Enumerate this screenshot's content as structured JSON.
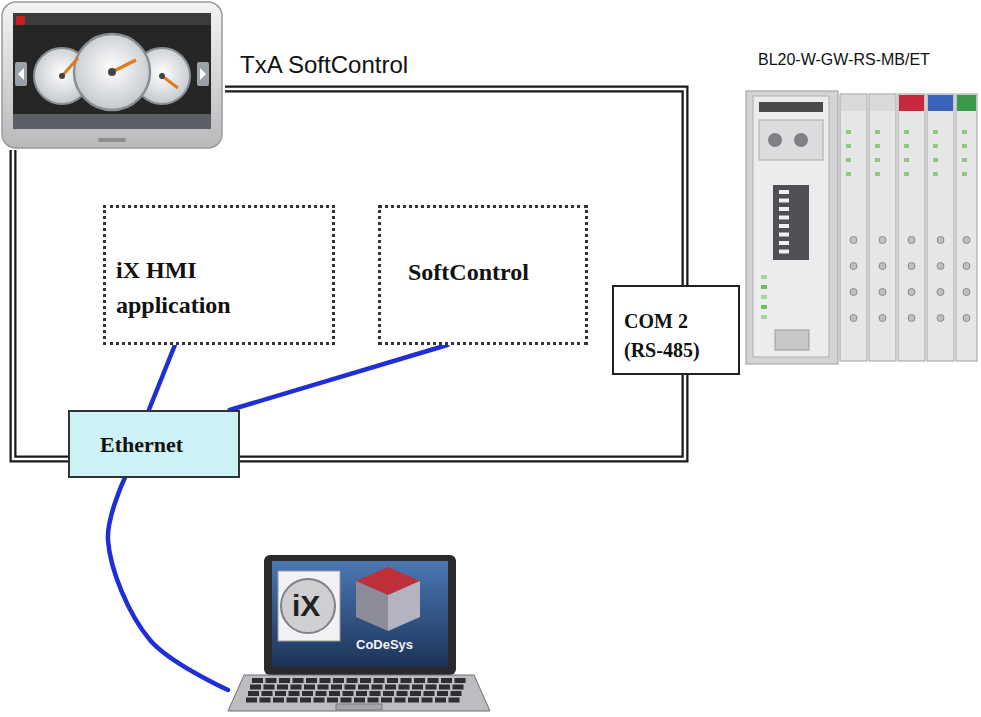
{
  "diagram": {
    "nodes": [
      {
        "text": [
          "TxA SoftControl"
        ]
      },
      {
        "text": [
          "iX HMI application"
        ],
        "in": 0
      },
      {
        "text": [
          "SoftControl"
        ],
        "in": 0
      },
      {
        "text": [
          "COM 2 (RS-485)"
        ],
        "in": 0
      },
      {
        "text": [
          "BL20-W-GW-RS-MB/ET"
        ]
      },
      {
        "text": [
          "Ethernet"
        ],
        "in": 0
      },
      {
        "text": [
          "iX",
          "CoDeSys"
        ]
      }
    ],
    "edges": [
      {
        "from": 1,
        "to": 5,
        "arrow": "none"
      },
      {
        "from": 2,
        "to": 5,
        "arrow": "none"
      },
      {
        "from": 5,
        "to": 6,
        "arrow": "none"
      }
    ]
  }
}
